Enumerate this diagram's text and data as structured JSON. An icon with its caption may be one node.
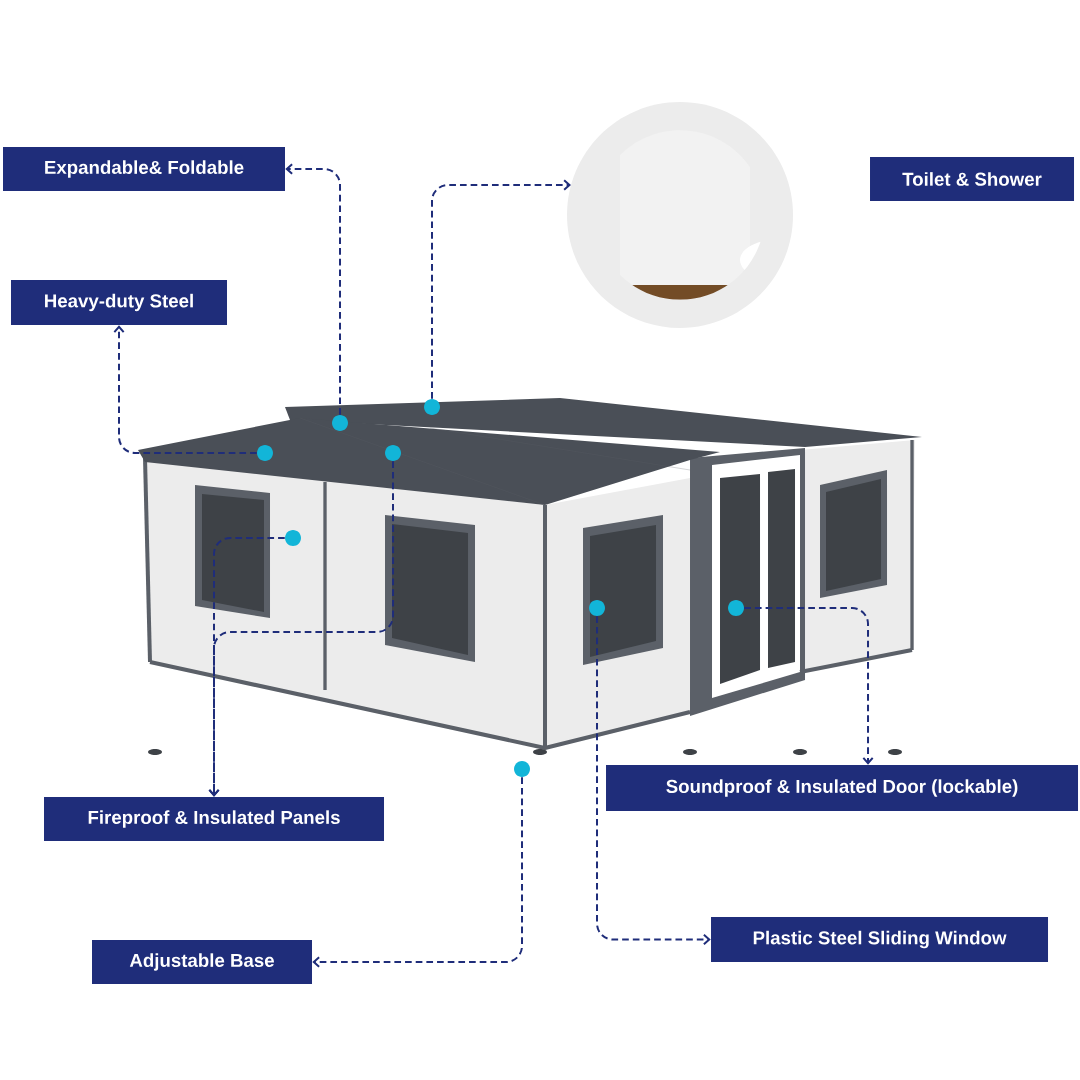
{
  "diagram": {
    "nodes": [
      {
        "text": [
          "Expandable& Foldable"
        ]
      },
      {
        "text": [
          "Heavy-duty Steel"
        ]
      },
      {
        "text": [
          "Toilet & Shower"
        ]
      },
      {
        "text": [],
        "shape": "picture"
      },
      {
        "text": [
          "Fireproof & Insulated Panels"
        ]
      },
      {
        "text": [
          "Soundproof & Insulated Door (lockable)"
        ]
      },
      {
        "text": [
          "Plastic Steel Sliding Window"
        ]
      },
      {
        "text": [
          "Adjustable Base"
        ]
      },
      {
        "text": [],
        "shape": "circle"
      },
      {
        "text": [],
        "shape": "circle"
      },
      {
        "text": [],
        "shape": "circle"
      },
      {
        "text": [],
        "shape": "circle"
      },
      {
        "text": [],
        "shape": "circle"
      },
      {
        "text": [],
        "shape": "circle"
      },
      {
        "text": [],
        "shape": "circle"
      },
      {
        "text": [],
        "shape": "circle"
      }
    ],
    "edges": [
      {
        "from": 8,
        "to": 0,
        "arrow": "to",
        "style": "dashed"
      },
      {
        "from": 9,
        "to": 3,
        "arrow": "to",
        "style": "dashed"
      },
      {
        "from": 10,
        "to": 1,
        "arrow": "to",
        "style": "dashed"
      },
      {
        "from": 11,
        "to": 4,
        "arrow": "to",
        "style": "dashed"
      },
      {
        "from": 12,
        "to": 4,
        "arrow": "to",
        "style": "dashed"
      },
      {
        "from": 13,
        "to": 6,
        "arrow": "to",
        "style": "dashed"
      },
      {
        "from": 14,
        "to": 5,
        "arrow": "to",
        "style": "dashed"
      },
      {
        "from": 15,
        "to": 7,
        "arrow": "to",
        "style": "dashed"
      }
    ]
  }
}
